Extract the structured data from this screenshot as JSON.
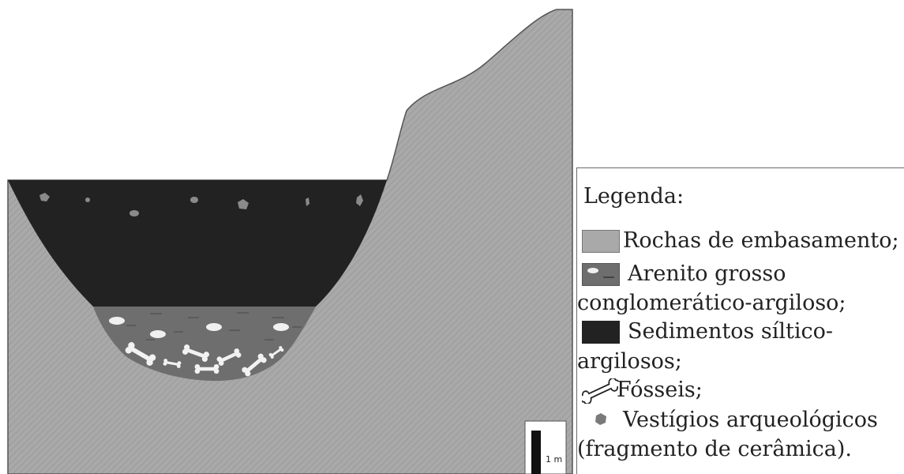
{
  "legend": {
    "title": "Legenda:",
    "items": [
      {
        "key": "rochas",
        "text": "Rochas de embasamento;",
        "color": "#a7a7a7"
      },
      {
        "key": "arenito",
        "text_line1": "Arenito grosso",
        "text_line2": "conglomerático-argiloso;",
        "color": "#6e6e6e"
      },
      {
        "key": "sedimentos",
        "text_line1": "Sedimentos síltico-",
        "text_line2": "argilosos;",
        "color": "#222222"
      },
      {
        "key": "fosseis",
        "text": "Fósseis;"
      },
      {
        "key": "vestigios",
        "text_line1": "Vestígios arqueológicos",
        "text_line2": "(fragmento de cerâmica)."
      }
    ]
  },
  "scale_bar": {
    "label": "1 m"
  }
}
